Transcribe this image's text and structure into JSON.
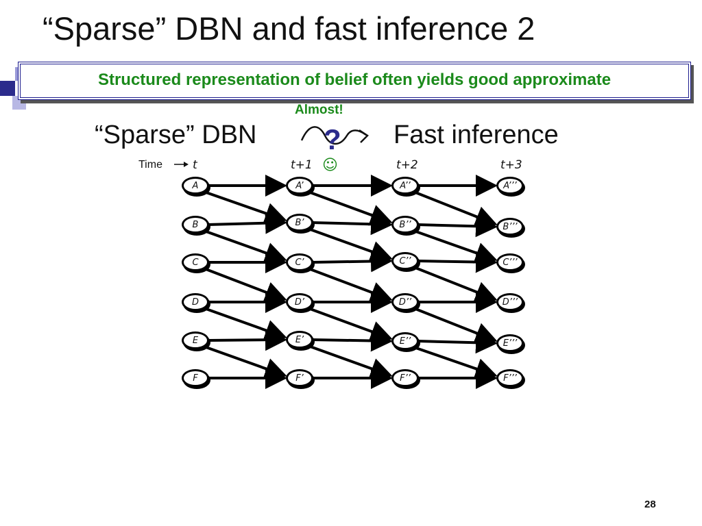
{
  "title": "“Sparse” DBN and fast inference 2",
  "banner": "Structured representation of belief often yields good approximate",
  "almost": "Almost!",
  "subtitle_left": "“Sparse” DBN",
  "subtitle_right": "Fast inference",
  "question_mark": "?",
  "smiley": "☺",
  "time_label": "Time",
  "time_steps": [
    "t",
    "t+1",
    "t+2",
    "t+3"
  ],
  "nodes": [
    [
      "A",
      "A’",
      "A’’",
      "A’’’"
    ],
    [
      "B",
      "B’",
      "B’’",
      "B’’’"
    ],
    [
      "C",
      "C’",
      "C’’",
      "C’’’"
    ],
    [
      "D",
      "D’",
      "D’’",
      "D’’’"
    ],
    [
      "E",
      "E’",
      "E’’",
      "E’’’"
    ],
    [
      "F",
      "F’",
      "F’’",
      "F’’’"
    ]
  ],
  "page_number": "28"
}
